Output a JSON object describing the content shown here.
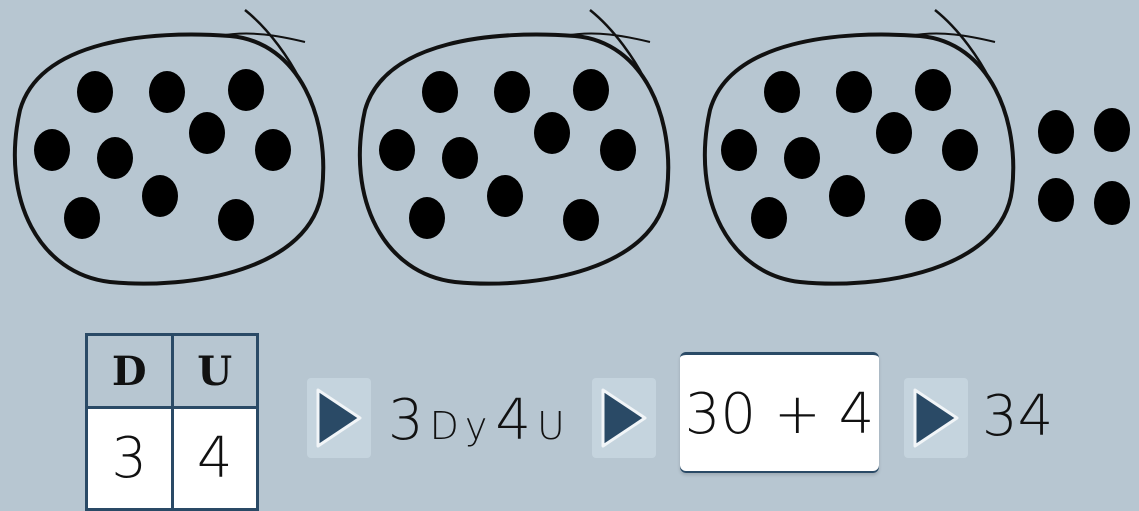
{
  "groups": {
    "tens_count": 3,
    "dots_per_ten": 10,
    "loose_units": 4
  },
  "place_value_table": {
    "headers": [
      "D",
      "U"
    ],
    "values": [
      "3",
      "4"
    ]
  },
  "steps": {
    "decomposition": {
      "tens": "3",
      "tens_label": "D",
      "conj": "y",
      "units": "4",
      "units_label": "U"
    },
    "expression": "30 + 4",
    "result": "34"
  },
  "colors": {
    "background": "#b7c6d1",
    "accent": "#2a4a66",
    "dot": "#000000"
  }
}
